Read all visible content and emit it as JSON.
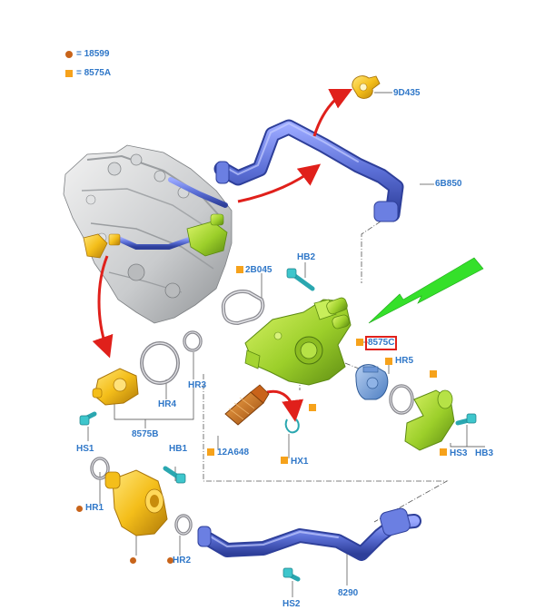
{
  "legend": {
    "circle_ref": "18599",
    "square_ref": "8575A",
    "circle_color": "#c8641a",
    "square_color": "#f6a21b"
  },
  "labels": {
    "p9D435": "9D435",
    "p6B850": "6B850",
    "p2B045": "2B045",
    "hb2": "HB2",
    "p8575C": "8575C",
    "hr5": "HR5",
    "hr3": "HR3",
    "hr4": "HR4",
    "p8575B": "8575B",
    "hs1": "HS1",
    "p12A648": "12A648",
    "hx1": "HX1",
    "hs3": "HS3",
    "hb3": "HB3",
    "hb1": "HB1",
    "hr1": "HR1",
    "hr2": "HR2",
    "p8290": "8290",
    "hs2": "HS2"
  },
  "colors": {
    "label_blue": "#2f77c8",
    "hose_blue": "#5b6fd6",
    "housing_green": "#9ccf2a",
    "housing_yellow": "#f4be1a",
    "callout_red": "#e0201b",
    "pointer_green": "#35e02a",
    "sensor_orange": "#d9781d",
    "engine_grey": "#c9cbcd"
  },
  "highlighted_part": "8575C"
}
